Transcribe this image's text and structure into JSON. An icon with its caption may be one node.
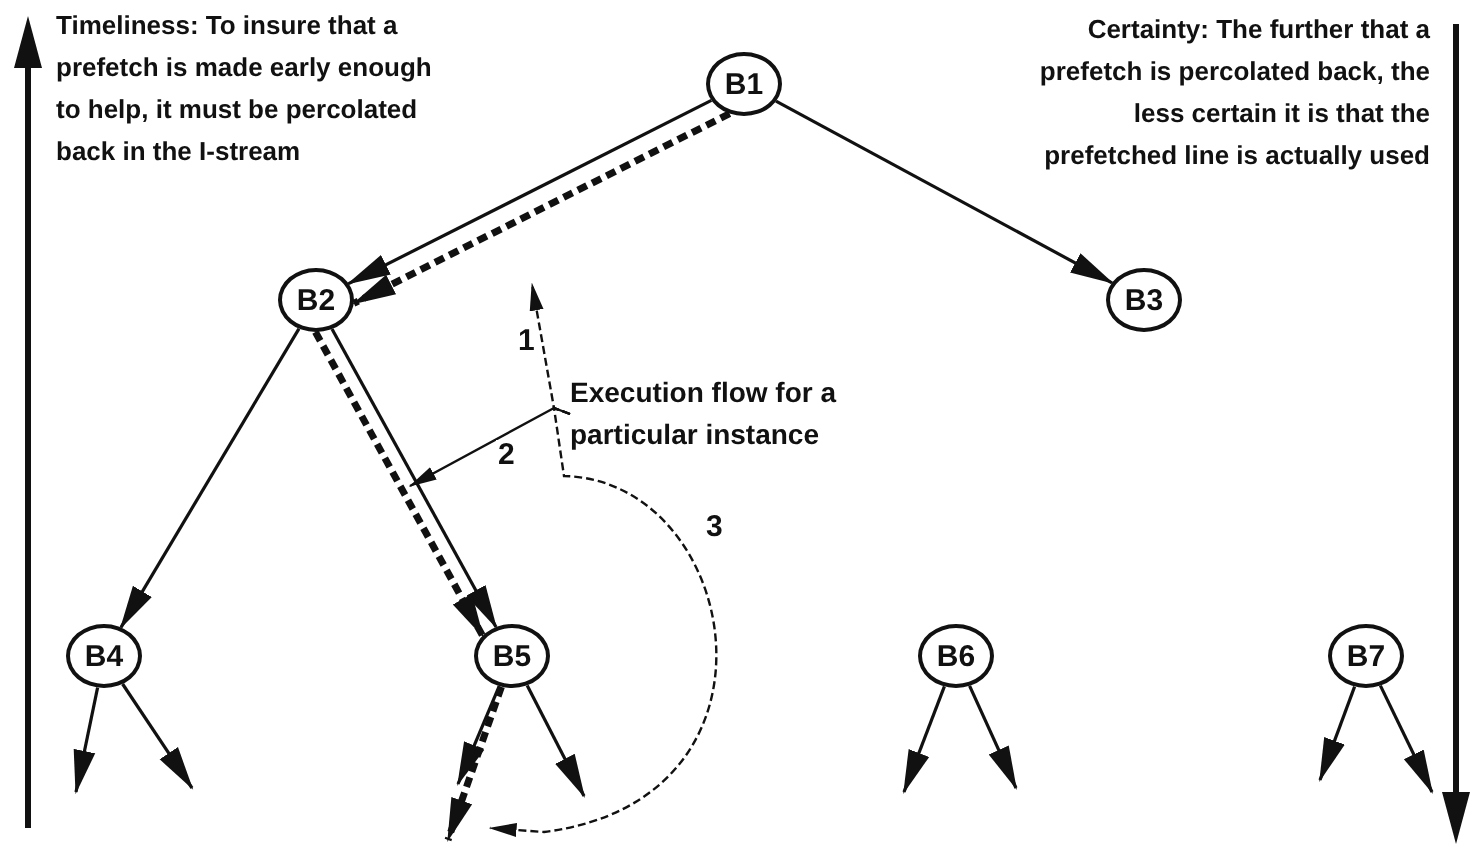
{
  "diagram": {
    "nodes": [
      {
        "text": [
          "B1"
        ]
      },
      {
        "text": [
          "B2"
        ]
      },
      {
        "text": [
          "Execution flow for a particular instance"
        ]
      },
      {
        "text": [
          "B3"
        ]
      },
      {
        "text": [
          "B4"
        ]
      },
      {
        "text": [
          "B5"
        ]
      },
      {
        "text": [
          "B6"
        ]
      },
      {
        "text": [
          "B7"
        ]
      }
    ],
    "edges": [
      {
        "from": 0,
        "to": 1,
        "arrow": "to"
      },
      {
        "from": 0,
        "to": 1,
        "arrow": "to",
        "style": "dashed"
      },
      {
        "from": 0,
        "to": 3,
        "arrow": "to"
      },
      {
        "from": 1,
        "to": 4,
        "arrow": "to"
      },
      {
        "from": 1,
        "to": 5,
        "arrow": "to"
      },
      {
        "from": 1,
        "to": 5,
        "arrow": "to",
        "style": "dashed"
      },
      {
        "from": 2,
        "to": null,
        "arrow": "to",
        "label": "1",
        "style": "dashed"
      },
      {
        "from": 2,
        "to": null,
        "arrow": "to",
        "label": "2"
      },
      {
        "from": 2,
        "to": null,
        "arrow": "to",
        "label": "3",
        "style": "dashed"
      },
      {
        "from": 4,
        "to": null,
        "arrow": "to"
      },
      {
        "from": 4,
        "to": null,
        "arrow": "to"
      },
      {
        "from": 5,
        "to": null,
        "arrow": "to"
      },
      {
        "from": 5,
        "to": null,
        "arrow": "to",
        "style": "dashed"
      },
      {
        "from": 5,
        "to": null,
        "arrow": "to"
      },
      {
        "from": 6,
        "to": null,
        "arrow": "to"
      },
      {
        "from": 6,
        "to": null,
        "arrow": "to"
      },
      {
        "from": 7,
        "to": null,
        "arrow": "to"
      },
      {
        "from": 7,
        "to": null,
        "arrow": "to"
      }
    ],
    "labels": [
      "Timeliness: To insure that a prefetch is made early enough to help, it must be percolated back in the I-stream",
      "Certainty: The further that a prefetch is percolated back, the less certain it is that the prefetched line is actually used"
    ]
  }
}
